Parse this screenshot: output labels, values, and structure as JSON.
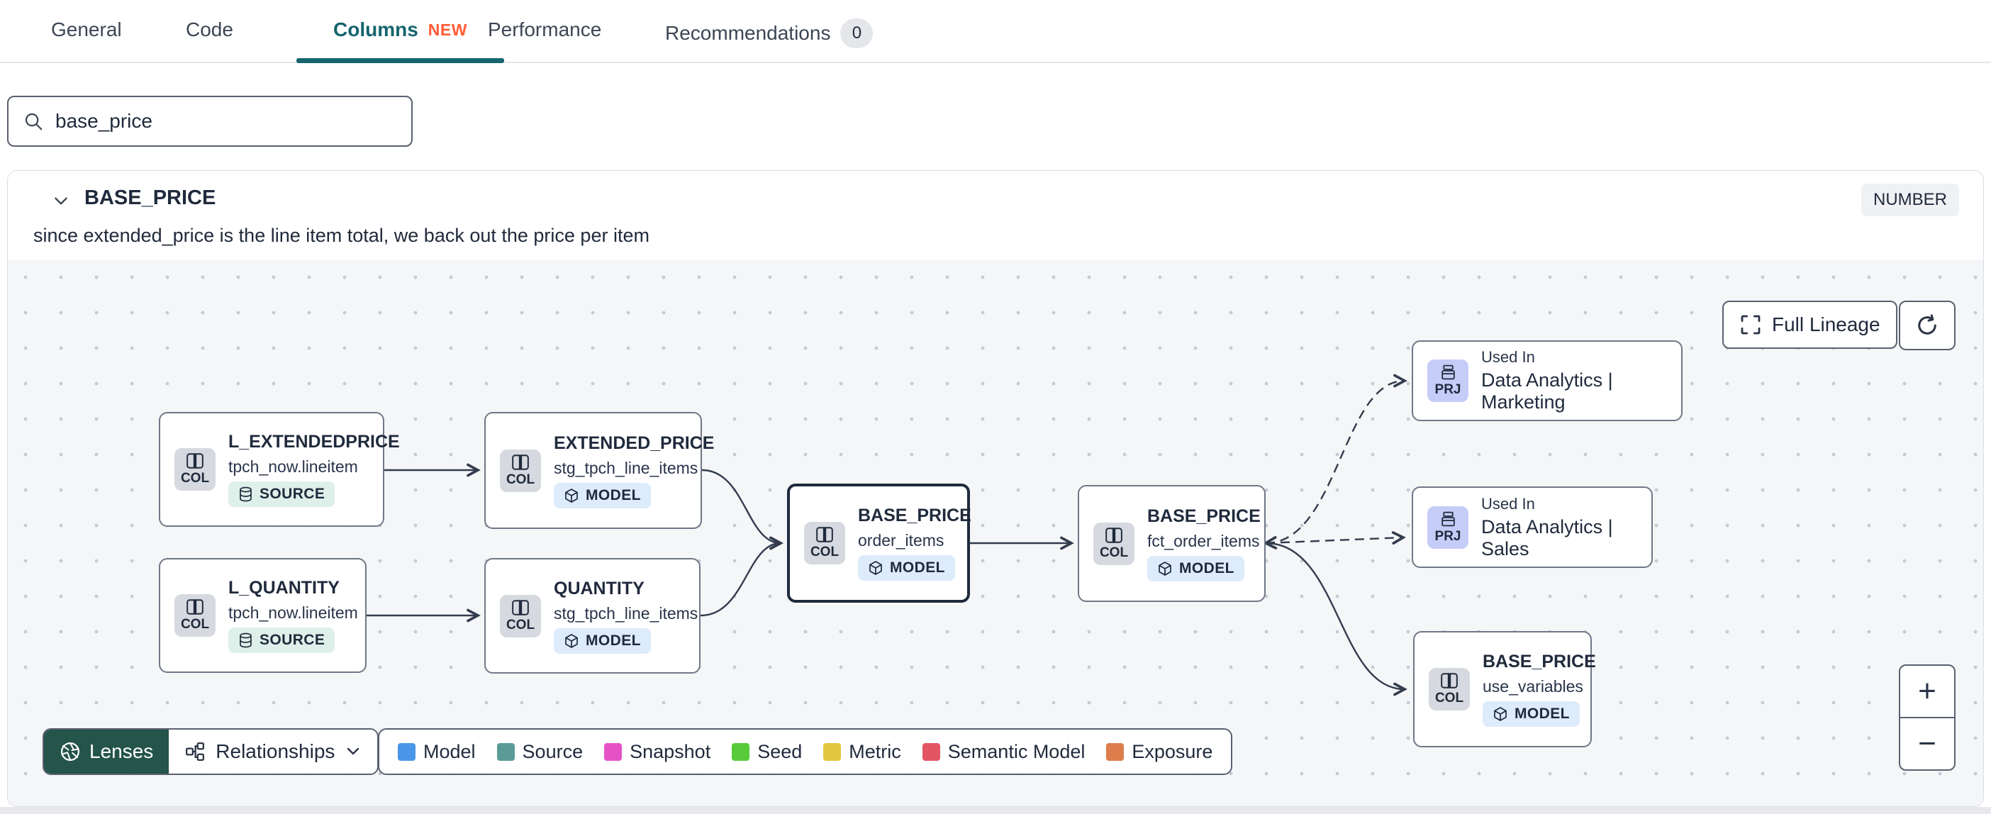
{
  "tabs": {
    "items": [
      {
        "label": "General"
      },
      {
        "label": "Code"
      },
      {
        "label": "Columns",
        "badge": "NEW"
      },
      {
        "label": "Performance"
      },
      {
        "label": "Recommendations",
        "count": "0"
      }
    ]
  },
  "search": {
    "value": "base_price"
  },
  "column": {
    "name": "BASE_PRICE",
    "data_type": "NUMBER",
    "description": "since extended_price is the line item total, we back out the price per item"
  },
  "lineage": {
    "nodes": [
      {
        "kind_label": "COL",
        "title": "L_EXTENDEDPRICE",
        "subtitle": "tpch_now.lineitem",
        "badge": "SOURCE"
      },
      {
        "kind_label": "COL",
        "title": "L_QUANTITY",
        "subtitle": "tpch_now.lineitem",
        "badge": "SOURCE"
      },
      {
        "kind_label": "COL",
        "title": "EXTENDED_PRICE",
        "subtitle": "stg_tpch_line_items",
        "badge": "MODEL"
      },
      {
        "kind_label": "COL",
        "title": "QUANTITY",
        "subtitle": "stg_tpch_line_items",
        "badge": "MODEL"
      },
      {
        "kind_label": "COL",
        "title": "BASE_PRICE",
        "subtitle": "order_items",
        "badge": "MODEL"
      },
      {
        "kind_label": "COL",
        "title": "BASE_PRICE",
        "subtitle": "fct_order_items",
        "badge": "MODEL"
      },
      {
        "kind_label": "PRJ",
        "label": "Used In",
        "title": "Data Analytics | Marketing"
      },
      {
        "kind_label": "PRJ",
        "label": "Used In",
        "title": "Data Analytics | Sales"
      },
      {
        "kind_label": "COL",
        "title": "BASE_PRICE",
        "subtitle": "use_variables",
        "badge": "MODEL"
      }
    ],
    "toolbar": {
      "lenses": "Lenses",
      "relationships": "Relationships"
    },
    "legend": [
      {
        "label": "Model",
        "color": "#4b96e8"
      },
      {
        "label": "Source",
        "color": "#5b9b97"
      },
      {
        "label": "Snapshot",
        "color": "#e552c5"
      },
      {
        "label": "Seed",
        "color": "#57cb39"
      },
      {
        "label": "Metric",
        "color": "#e3c63f"
      },
      {
        "label": "Semantic Model",
        "color": "#e25563"
      },
      {
        "label": "Exposure",
        "color": "#dd7d4c"
      }
    ],
    "controls": {
      "full_lineage": "Full Lineage",
      "zoom_in": "+",
      "zoom_out": "−"
    }
  },
  "colors": {
    "accent_teal": "#15656d",
    "new_badge_orange": "#ff5c35",
    "lenses_green": "#24544a",
    "selected_node_border": "#1f2a3c"
  }
}
